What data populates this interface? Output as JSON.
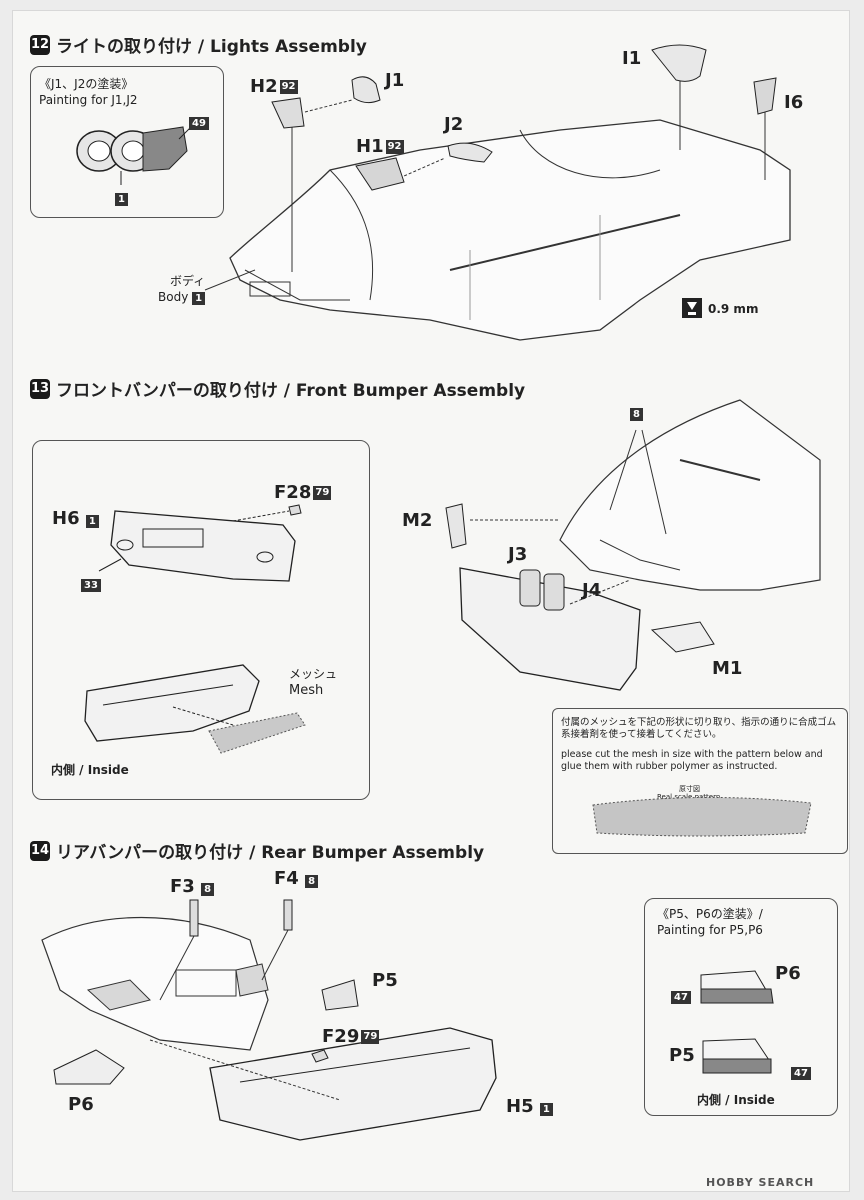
{
  "steps": {
    "s12": {
      "num": "12",
      "title": "ライトの取り付け / Lights Assembly"
    },
    "s13": {
      "num": "13",
      "title": "フロントバンパーの取り付け / Front Bumper Assembly"
    },
    "s14": {
      "num": "14",
      "title": "リアバンパーの取り付け / Rear Bumper Assembly"
    }
  },
  "s12": {
    "paint_title_jp": "《J1、J2の塗装》",
    "paint_title_en": "Painting for J1,J2",
    "paint_code_a": "49",
    "paint_code_b": "1",
    "parts": {
      "h2": "H2",
      "h2_num": "92",
      "j1": "J1",
      "j2": "J2",
      "h1": "H1",
      "h1_num": "92",
      "i1": "I1",
      "i6": "I6"
    },
    "body_jp": "ボディ",
    "body_en": "Body",
    "body_code": "1",
    "drill": "0.9 mm"
  },
  "s13": {
    "h6": "H6",
    "h6_code": "1",
    "f28": "F28",
    "f28_num": "79",
    "code33": "33",
    "mesh_jp": "メッシュ",
    "mesh_en": "Mesh",
    "inside": "内側 / Inside",
    "m2": "M2",
    "j3": "J3",
    "j4": "J4",
    "m1": "M1",
    "code8": "8",
    "note_jp": "付属のメッシュを下記の形状に切り取り、指示の通りに合成ゴム系接着剤を使って接着してください。",
    "note_en": "please cut the mesh in size with the pattern below and glue them with rubber polymer as instructed.",
    "scale_jp": "原寸図",
    "scale_en": "Real scale pattern"
  },
  "s14": {
    "f3": "F3",
    "f3_code": "8",
    "f4": "F4",
    "f4_code": "8",
    "p5": "P5",
    "p6": "P6",
    "f29": "F29",
    "f29_num": "79",
    "h5": "H5",
    "h5_code": "1",
    "paint_title_jp": "《P5、P6の塗装》/",
    "paint_title_en": "Painting for P5,P6",
    "paint_p6": "P6",
    "paint_p5": "P5",
    "code47a": "47",
    "code47b": "47",
    "inside": "内側 / Inside"
  },
  "watermark": "HOBBY SEARCH"
}
